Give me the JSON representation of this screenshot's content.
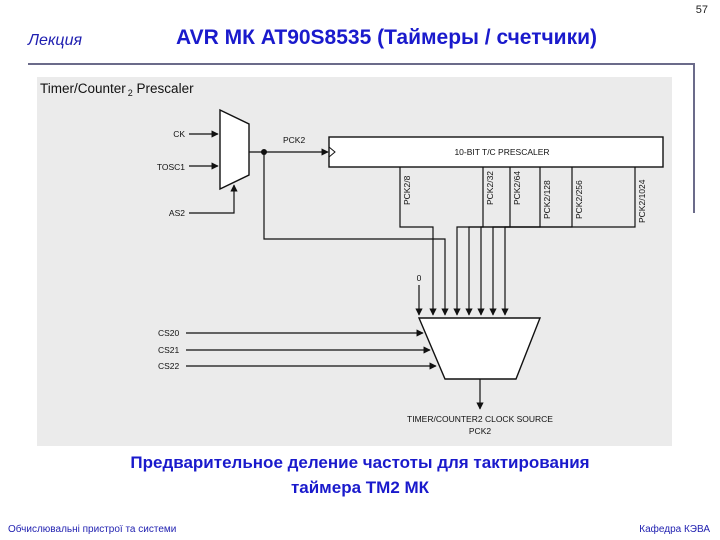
{
  "page_number": "57",
  "lecture_label": "Лекция",
  "slide_title": "AVR МК AT90S8535 (Таймеры / счетчики)",
  "diagram": {
    "header": "Timer/Counter",
    "header_sub": "2",
    "header_tail": " Prescaler",
    "inputs": {
      "ck": "CK",
      "tosc1": "TOSC1",
      "as2": "AS2"
    },
    "pck2_label": "PCK2",
    "prescaler_label": "10-BIT T/C PRESCALER",
    "taps": [
      "PCK2/8",
      "PCK2/32",
      "PCK2/64",
      "PCK2/128",
      "PCK2/256",
      "PCK2/1024"
    ],
    "zero_label": "0",
    "selects": [
      "CS20",
      "CS21",
      "CS22"
    ],
    "output_label_1": "TIMER/COUNTER2 CLOCK SOURCE",
    "output_label_2": "PCK2"
  },
  "caption_line1": "Предварительное деление частоты для тактирования",
  "caption_line2": "таймера ТМ2 МК",
  "footer_left": "Обчислювальні пристрої та системи",
  "footer_right": "Кафедра КЭВА"
}
